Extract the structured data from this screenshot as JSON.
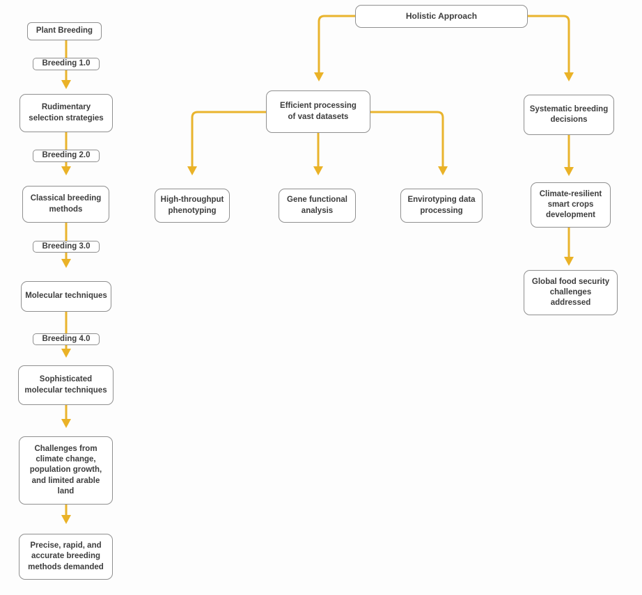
{
  "diagram": {
    "type": "flowchart",
    "topic": "Plant breeding evolution and holistic approach",
    "colors": {
      "arrow": "#E9B42D",
      "box_border": "#8f8f8f",
      "box_fill": "#ffffff",
      "text": "#3d3d3d",
      "background": "#fdfdfd"
    },
    "nodes": {
      "plant_breeding": "Plant Breeding",
      "breeding_1_0": "Breeding 1.0",
      "rudimentary_selection": "Rudimentary\nselection strategies",
      "breeding_2_0": "Breeding 2.0",
      "classical_breeding": "Classical breeding\nmethods",
      "breeding_3_0": "Breeding 3.0",
      "molecular_techniques": "Molecular techniques",
      "breeding_4_0": "Breeding 4.0",
      "sophisticated_molecular": "Sophisticated\nmolecular techniques",
      "challenges": "Challenges from\nclimate change,\npopulation growth,\nand limited arable\nland",
      "precise_methods": "Precise, rapid, and\naccurate breeding\nmethods demanded",
      "holistic_approach": "Holistic Approach",
      "efficient_processing": "Efficient processing\nof vast datasets",
      "systematic_decisions": "Systematic breeding\ndecisions",
      "high_throughput": "High-throughput\nphenotyping",
      "gene_functional": "Gene functional\nanalysis",
      "envirotyping": "Envirotyping data\nprocessing",
      "climate_resilient": "Climate-resilient\nsmart crops\ndevelopment",
      "global_food_security": "Global food security\nchallenges\naddressed"
    },
    "edges": [
      {
        "from": "plant_breeding",
        "via": "breeding_1_0",
        "to": "rudimentary_selection"
      },
      {
        "from": "rudimentary_selection",
        "via": "breeding_2_0",
        "to": "classical_breeding"
      },
      {
        "from": "classical_breeding",
        "via": "breeding_3_0",
        "to": "molecular_techniques"
      },
      {
        "from": "molecular_techniques",
        "via": "breeding_4_0",
        "to": "sophisticated_molecular"
      },
      {
        "from": "sophisticated_molecular",
        "to": "challenges"
      },
      {
        "from": "challenges",
        "to": "precise_methods"
      },
      {
        "from": "holistic_approach",
        "to": "efficient_processing"
      },
      {
        "from": "holistic_approach",
        "to": "systematic_decisions"
      },
      {
        "from": "efficient_processing",
        "to": "high_throughput"
      },
      {
        "from": "efficient_processing",
        "to": "gene_functional"
      },
      {
        "from": "efficient_processing",
        "to": "envirotyping"
      },
      {
        "from": "systematic_decisions",
        "to": "climate_resilient"
      },
      {
        "from": "climate_resilient",
        "to": "global_food_security"
      }
    ]
  }
}
